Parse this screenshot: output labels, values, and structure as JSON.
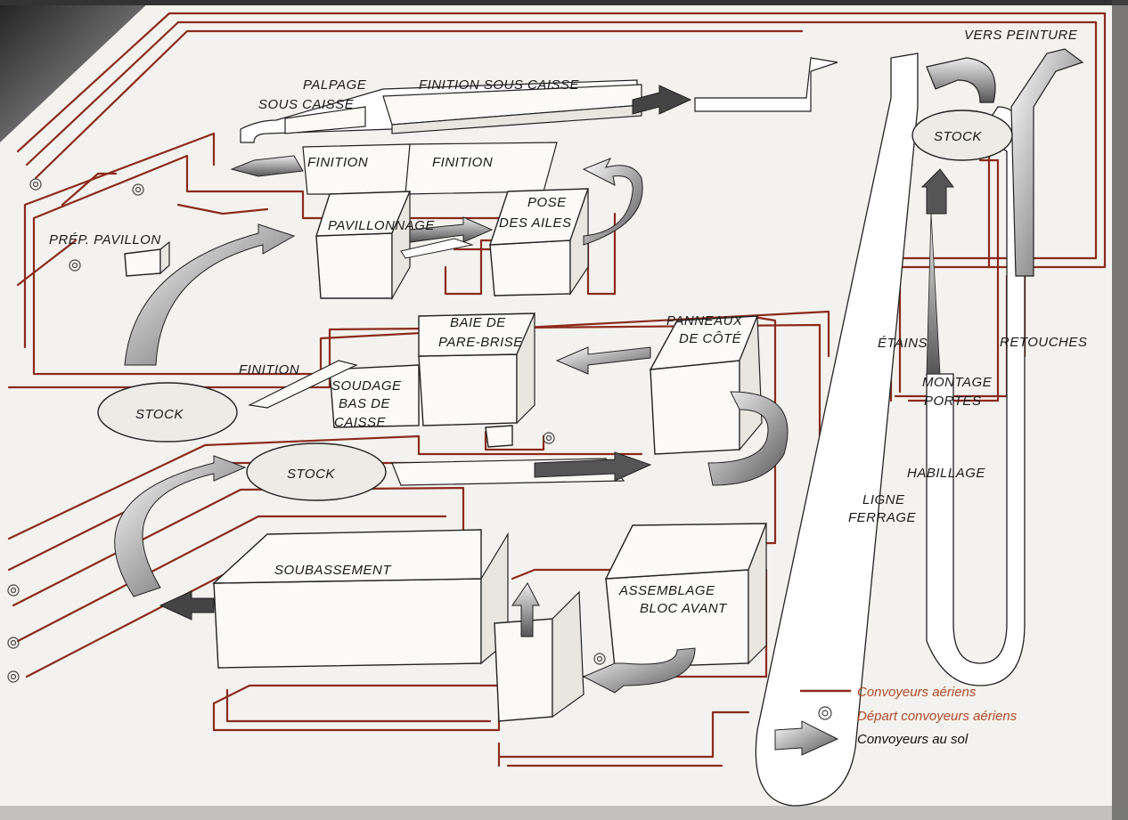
{
  "labels": {
    "vers_peinture": "VERS PEINTURE",
    "stock_top": "STOCK",
    "palpage": "PALPAGE",
    "sous_caisse": "SOUS CAISSE",
    "finition_sous_caisse": "FINITION SOUS CAISSE",
    "finition_1": "FINITION",
    "finition_2": "FINITION",
    "pose": "POSE",
    "des_ailes": "DES AILES",
    "pavillonnage": "PAVILLONNAGE",
    "prep_pavillon": "PRÉP. PAVILLON",
    "baie_de": "BAIE DE",
    "pare_brise": "PARE-BRISE",
    "panneaux": "PANNEAUX",
    "de_cote": "DE CÔTÉ",
    "finition_3": "FINITION",
    "soudage": "SOUDAGE",
    "bas_de": "BAS DE",
    "caisse": "CAISSE",
    "stock_left": "STOCK",
    "stock_mid": "STOCK",
    "etains": "ÉTAINS",
    "retouches": "RETOUCHES",
    "montage": "MONTAGE",
    "portes": "PORTES",
    "habillage": "HABILLAGE",
    "ligne": "LIGNE",
    "ferrage": "FERRAGE",
    "soubassement": "SOUBASSEMENT",
    "assemblage": "ASSEMBLAGE",
    "bloc_avant": "BLOC AVANT"
  },
  "legend": {
    "overhead": "Convoyeurs aériens",
    "overhead_start": "Départ convoyeurs aériens",
    "floor": "Convoyeurs au sol"
  },
  "colors": {
    "overhead_conveyor": "#8b2a1c",
    "floor_conveyor": "#333333",
    "legend_red_text": "#b04a2a"
  },
  "icons": {
    "overhead_start_marker": "double-circle",
    "floor_arrow": "shaded-arrow"
  }
}
